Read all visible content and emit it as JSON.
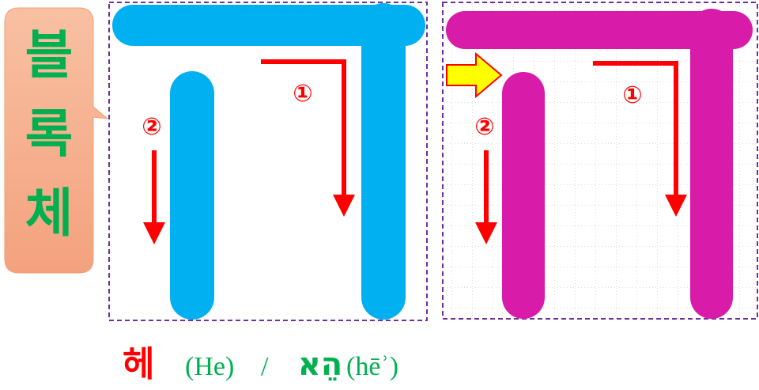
{
  "callout": {
    "chars": [
      "블",
      "록",
      "체"
    ],
    "fill": "#f6ad8c",
    "text_color": "#00b050"
  },
  "left_panel": {
    "letter_color": "#00b0f0",
    "stroke_labels": [
      "①",
      "②"
    ]
  },
  "right_panel": {
    "letter_color": "#d81ba8",
    "stroke_labels": [
      "①",
      "②"
    ],
    "pointer": "yellow-arrow"
  },
  "caption": {
    "korean": "헤",
    "latin": "(He)",
    "separator": "/",
    "hebrew": "הֵא",
    "transliteration": "(hēʾ)"
  },
  "colors": {
    "arrow": "#ff0000",
    "frame": "#7030a0",
    "pointer": "#ffff00"
  }
}
